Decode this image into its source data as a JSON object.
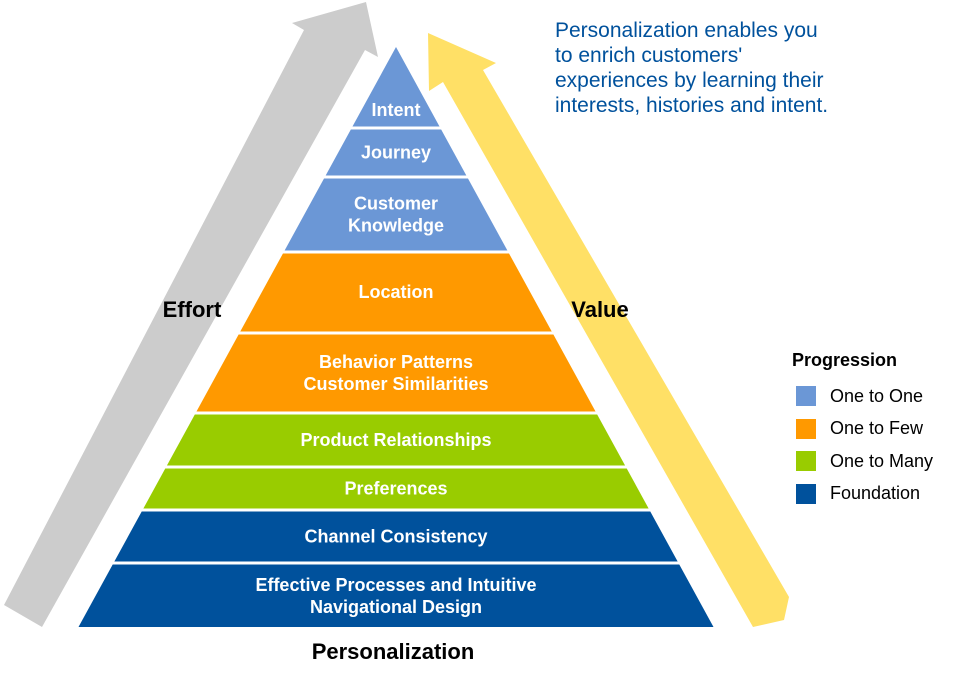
{
  "intro_text": "Personalization enables you to enrich customers' experiences by learning their interests, histories and intent.",
  "pyramid": {
    "caption": "Personalization",
    "left_arrow_label": "Effort",
    "right_arrow_label": "Value",
    "layers": [
      {
        "lines": [
          "Intent"
        ],
        "group": "one_to_one"
      },
      {
        "lines": [
          "Journey"
        ],
        "group": "one_to_one"
      },
      {
        "lines": [
          "Customer",
          "Knowledge"
        ],
        "group": "one_to_one"
      },
      {
        "lines": [
          "Location"
        ],
        "group": "one_to_few"
      },
      {
        "lines": [
          "Behavior Patterns",
          "Customer Similarities"
        ],
        "group": "one_to_few"
      },
      {
        "lines": [
          "Product Relationships"
        ],
        "group": "one_to_many"
      },
      {
        "lines": [
          "Preferences"
        ],
        "group": "one_to_many"
      },
      {
        "lines": [
          "Channel Consistency"
        ],
        "group": "foundation"
      },
      {
        "lines": [
          "Effective Processes and Intuitive",
          "Navigational Design"
        ],
        "group": "foundation"
      }
    ]
  },
  "legend": {
    "title": "Progression",
    "items": [
      {
        "key": "one_to_one",
        "label": "One to One",
        "color": "#6b97d6"
      },
      {
        "key": "one_to_few",
        "label": "One to Few",
        "color": "#ff9900"
      },
      {
        "key": "one_to_many",
        "label": "One to Many",
        "color": "#99cc00"
      },
      {
        "key": "foundation",
        "label": "Foundation",
        "color": "#00519c"
      }
    ]
  },
  "colors": {
    "effort_arrow": "#cccccc",
    "value_arrow": "#ffe066",
    "intro_text": "#00519c"
  }
}
